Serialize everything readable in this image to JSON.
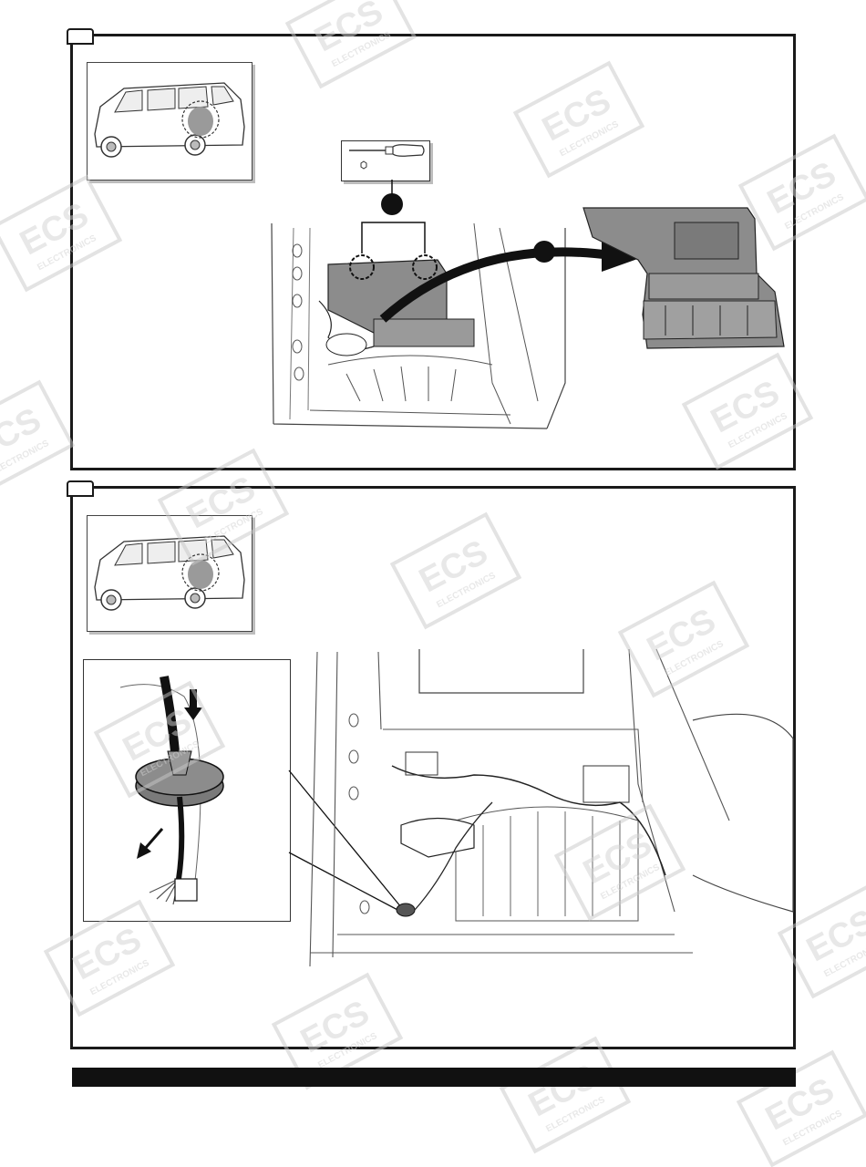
{
  "watermark": {
    "brand": "ECS",
    "sub": "ELECTRONICS"
  },
  "steps": [
    {
      "tool": "screwdriver-icon",
      "arrow": "right-arrow"
    },
    {
      "action": "route-cable-through-grommet"
    }
  ],
  "colors": {
    "line": "#1a1a1a",
    "bar": "#111111",
    "part": "#8c8c8c",
    "shadow": "#bdbdbd"
  }
}
